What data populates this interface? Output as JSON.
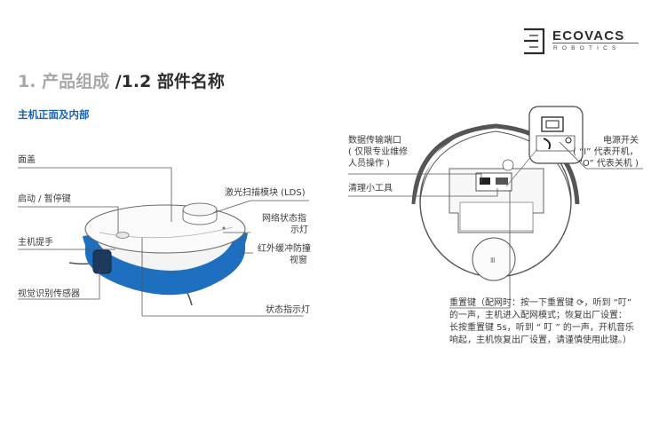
{
  "brand": {
    "name": "ECOVACS",
    "tagline": "ROBOTICS"
  },
  "header": {
    "section_number": "1.",
    "section_title": "产品组成",
    "subsection": "/1.2 部件名称"
  },
  "subheading": "主机正面及内部",
  "front_labels": {
    "top_cover": "面盖",
    "start_pause": "启动 / 暂停键",
    "lds_module": "激光扫描模块 (LDS)",
    "network_light_1": "网络状态指",
    "network_light_2": "示灯",
    "handle": "主机提手",
    "ir_window_1": "红外缓冲防撞",
    "ir_window_2": "视窗",
    "vision_sensor": "视觉识别传感器",
    "status_light": "状态指示灯"
  },
  "interior_labels": {
    "data_port_1": "数据传输端口",
    "data_port_2": "( 仅限专业维修",
    "data_port_3": "人员操作 )",
    "cleaning_tool": "清理小工具",
    "power_switch_1": "电源开关",
    "power_switch_2": "( “I” 代表开机，",
    "power_switch_3": "“O” 代表关机 )",
    "reset_1": "重置键（配网时：按一下重置键 ⟳，听到 “叮”",
    "reset_2": "的一声，主机进入配网模式；恢复出厂设置：",
    "reset_3": "长按重置键 5s，听到 “ 叮 ” 的一声，开机音乐",
    "reset_4": "响起，主机恢复出厂设置，请谨慎使用此键。）"
  },
  "colors": {
    "accent_blue": "#1a63b0",
    "bumper_blue": "#1f6fc0",
    "title_gray": "#a8a8a8"
  }
}
